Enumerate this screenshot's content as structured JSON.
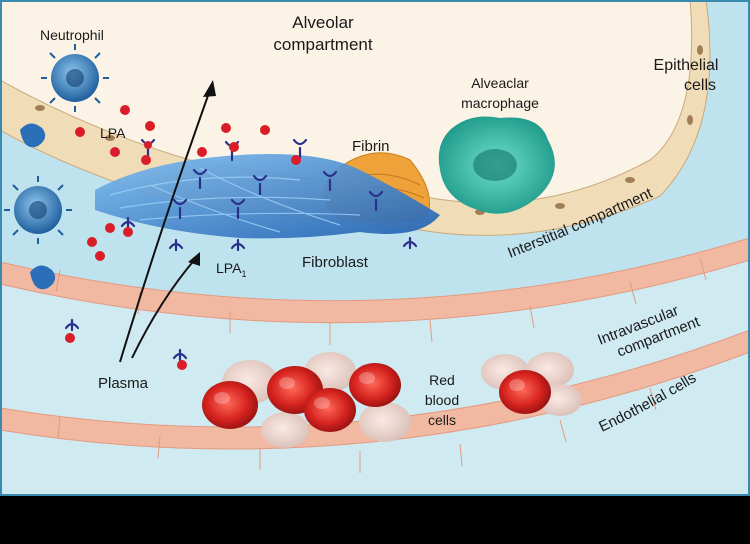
{
  "labels": {
    "neutrophil": "Neutrophil",
    "alveolar_line1": "Alveolar",
    "alveolar_line2": "compartment",
    "epithelial_line1": "Epithelial",
    "epithelial_line2": "cells",
    "macrophage_line1": "Alveaclar",
    "macrophage_line2": "macrophage",
    "lpa": "LPA",
    "fibrin": "Fibrin",
    "interstitial": "Interstitial compartment",
    "lpa1_main": "LPA",
    "lpa1_sub": "1",
    "fibroblast": "Fibroblast",
    "intravascular_line1": "Intravascular",
    "intravascular_line2": "compartment",
    "endothelial": "Endothelial cells",
    "plasma": "Plasma",
    "rbc_line1": "Red",
    "rbc_line2": "blood",
    "rbc_line3": "cells"
  },
  "colors": {
    "alveolar_space": "#fbf4e6",
    "epithelium": "#f1dcb8",
    "interstitium": "#cde8ef",
    "vessel_wall": "#f2b9a2",
    "lumen": "#d9eff4",
    "red_cell": "#d6231f",
    "fibroblast": "#2f7fd0",
    "fibrin": "#f0a23a",
    "macrophage": "#2fb3a3",
    "neutrophil": "#1f6fb3",
    "lpa_dot": "#d91e2a",
    "receptor": "#2b2f8c"
  }
}
